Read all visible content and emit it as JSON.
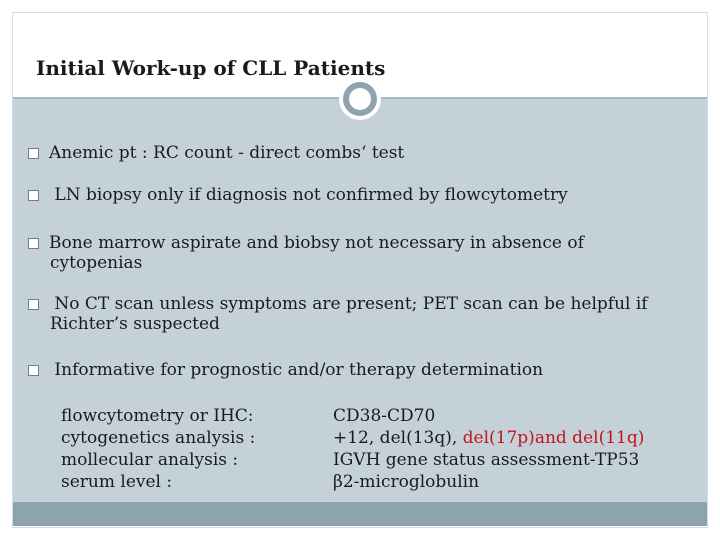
{
  "slide": {
    "title": "Initial Work-up of CLL Patients",
    "bullets": [
      {
        "text": "Anemic pt : RC count - direct combs‘ test"
      },
      {
        "text": " LN biopsy only if diagnosis not confirmed by flowcytometry"
      },
      {
        "line1": "Bone marrow aspirate and biobsy not necessary in absence of",
        "line2": "cytopenias"
      },
      {
        "line1": " No CT scan unless symptoms are present; PET scan can be helpful if",
        "line2": "Richter’s suspected"
      },
      {
        "text": " Informative for prognostic and/or therapy determination"
      }
    ],
    "rows": [
      {
        "label": "flowcytometry or IHC:",
        "value": "CD38-CD70"
      },
      {
        "label": "cytogenetics analysis :",
        "value_a": "+12, del(13q), ",
        "value_b": "del(17p)and  del(11q)"
      },
      {
        "label": "mollecular analysis   :",
        "value": "IGVH gene status assessment-TP53"
      },
      {
        "label": "serum level :",
        "value": "β2-microglobulin"
      }
    ]
  },
  "colors": {
    "content_bg": "#c5d1d9",
    "accent": "#8fa3ae",
    "highlight_red": "#c0151a"
  }
}
